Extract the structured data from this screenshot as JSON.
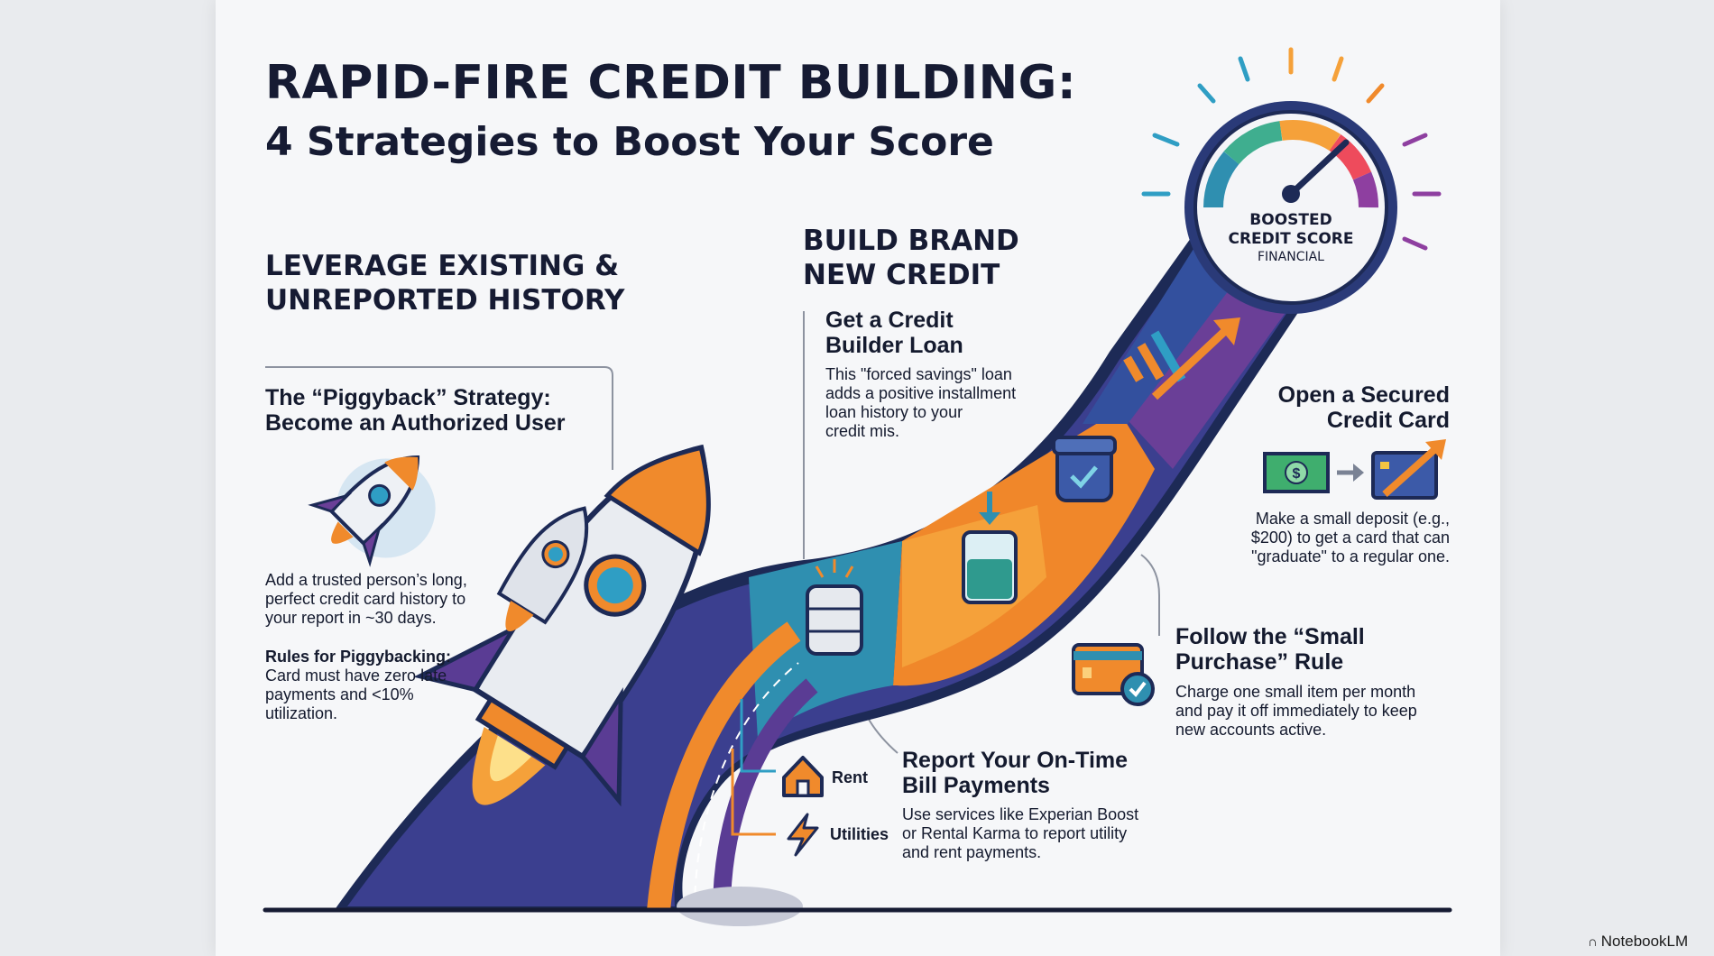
{
  "title": {
    "line1": "RAPID-FIRE CREDIT BUILDING:",
    "line2": "4 Strategies to Boost Your Score"
  },
  "sections": {
    "leverage": {
      "heading": [
        "LEVERAGE EXISTING &",
        "UNREPORTED HISTORY"
      ],
      "piggyback": {
        "title": [
          "The “Piggyback” Strategy:",
          "Become an Authorized User"
        ],
        "body": [
          "Add a trusted person’s long,",
          "perfect credit card history to",
          "your report in ~30 days."
        ],
        "rules": [
          "Rules for Piggybacking:",
          "Card must have zero late",
          "payments and <10%",
          "utilization."
        ]
      },
      "bills": {
        "title": [
          "Report Your On-Time",
          "Bill Payments"
        ],
        "body": [
          "Use services like Experian Boost",
          "or Rental Karma to report utility",
          "and rent payments."
        ],
        "rent_label": "Rent",
        "utilities_label": "Utilities"
      }
    },
    "build": {
      "heading": [
        "BUILD BRAND",
        "NEW CREDIT"
      ],
      "loan": {
        "title": [
          "Get a Credit",
          "Builder Loan"
        ],
        "body": [
          "This \"forced savings\" loan",
          "adds a positive installment",
          "loan history to your",
          "credit mis."
        ]
      },
      "secured": {
        "title": [
          "Open a Secured",
          "Credit Card"
        ],
        "body": [
          "Make a small deposit (e.g.,",
          "$200) to get a card that can",
          "\"graduate\" to a regular one."
        ]
      },
      "small_purchase": {
        "title": [
          "Follow the “Small",
          "Purchase” Rule"
        ],
        "body": [
          "Charge one small item per month",
          "and pay it off immediately to keep",
          "new accounts active."
        ]
      }
    }
  },
  "gauge": {
    "label": [
      "BOOSTED",
      "CREDIT SCORE",
      "FINANCIAL"
    ]
  },
  "watermark": "NotebookLM",
  "colors": {
    "navy": "#161b33",
    "orange": "#f08a2c",
    "purple": "#6a3f97",
    "teal": "#2f8fb0",
    "blue": "#3c5aa8"
  },
  "icons": [
    "rocket-icon",
    "gauge-icon",
    "bar-chart-arrow-icon",
    "jar-check-icon",
    "savings-jar-icon",
    "database-icon",
    "cash-icon",
    "arrow-right-icon",
    "credit-card-arrow-icon",
    "credit-card-check-icon",
    "house-icon",
    "lightning-icon"
  ]
}
